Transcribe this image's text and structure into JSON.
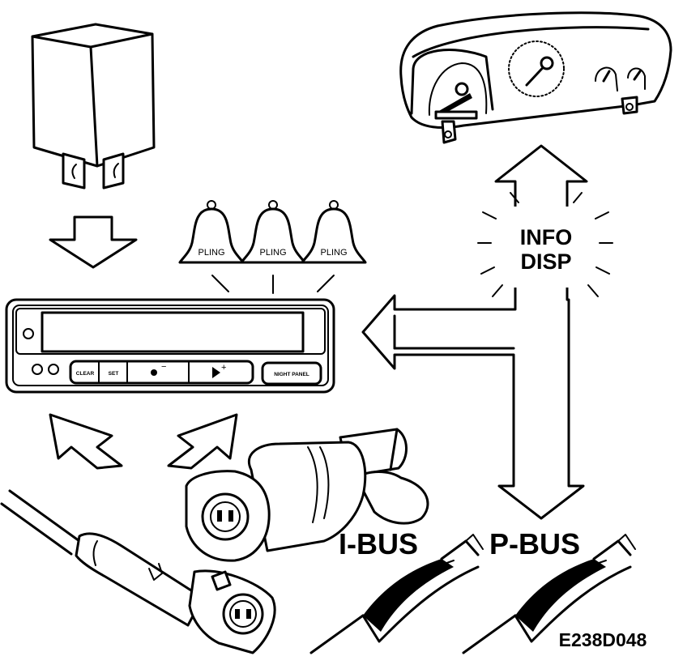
{
  "labels": {
    "pling": [
      "PLING",
      "PLING",
      "PLING"
    ],
    "info_line1": "INFO",
    "info_line2": "DISP",
    "ibus": "I-BUS",
    "pbus": "P-BUS",
    "figure_code": "E238D048"
  },
  "display_buttons": {
    "clear": "CLEAR",
    "set": "SET",
    "minus": "−",
    "plus": "+",
    "night_panel": "NIGHT PANEL"
  },
  "colors": {
    "ink": "#000000",
    "paper": "#ffffff"
  },
  "icons": [
    "relay-icon",
    "bell-icon",
    "instrument-cluster-icon",
    "sensor-plug-icon",
    "wire-bundle-icon",
    "block-arrow-icon"
  ]
}
